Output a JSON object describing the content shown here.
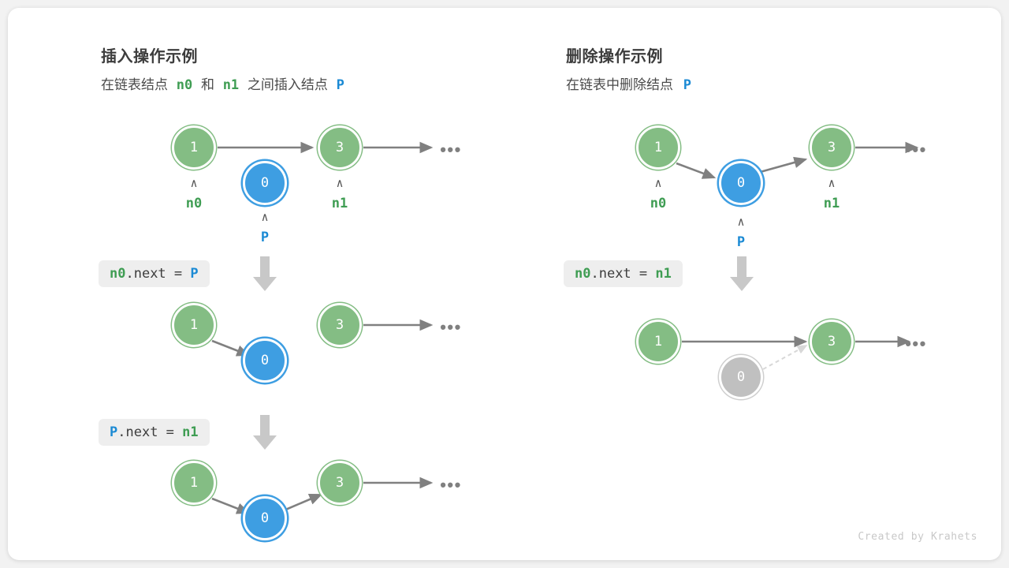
{
  "colors": {
    "green_node": "#84bd84",
    "blue_node": "#3e9ee2",
    "gray_node": "#c0c0c0",
    "arrow": "#808080",
    "dashed_arrow": "#d8d8d8",
    "label_green": "#3f9d53",
    "label_blue": "#1b8ad4",
    "badge_bg": "#eeeeee",
    "card_bg": "#ffffff",
    "page_bg": "#f2f2f2"
  },
  "left_panel": {
    "title": "插入操作示例",
    "subtitle": {
      "part1": "在链表结点",
      "ref1": "n0",
      "part2": "和",
      "ref2": "n1",
      "part3": "之间插入结点",
      "ref3": "P"
    },
    "steps": [
      {
        "code": {
          "target": "n0",
          "field": ".next = ",
          "value": "P"
        },
        "nodes": [
          {
            "value": "1",
            "kind": "green",
            "pointer": "n0"
          },
          {
            "value": "0",
            "kind": "blue",
            "pointer": "P"
          },
          {
            "value": "3",
            "kind": "green",
            "pointer": "n1"
          }
        ],
        "ellipsis": "•••"
      },
      {
        "code": {
          "target": "P",
          "field": ".next = ",
          "value": "n1"
        },
        "nodes": [
          {
            "value": "1",
            "kind": "green"
          },
          {
            "value": "0",
            "kind": "blue"
          },
          {
            "value": "3",
            "kind": "green"
          }
        ],
        "ellipsis": "•••"
      },
      {
        "nodes": [
          {
            "value": "1",
            "kind": "green"
          },
          {
            "value": "0",
            "kind": "blue"
          },
          {
            "value": "3",
            "kind": "green"
          }
        ],
        "ellipsis": "•••"
      }
    ]
  },
  "right_panel": {
    "title": "删除操作示例",
    "subtitle": {
      "part1": "在链表中删除结点",
      "ref1": "P"
    },
    "steps": [
      {
        "code": {
          "target": "n0",
          "field": ".next = ",
          "value": "n1"
        },
        "nodes": [
          {
            "value": "1",
            "kind": "green",
            "pointer": "n0"
          },
          {
            "value": "0",
            "kind": "blue",
            "pointer": "P"
          },
          {
            "value": "3",
            "kind": "green",
            "pointer": "n1"
          }
        ],
        "ellipsis": "•••"
      },
      {
        "nodes": [
          {
            "value": "1",
            "kind": "green"
          },
          {
            "value": "0",
            "kind": "grayed"
          },
          {
            "value": "3",
            "kind": "green"
          }
        ],
        "ellipsis": "•••"
      }
    ]
  },
  "caret_glyph": "∧",
  "credit": "Created by Krahets"
}
